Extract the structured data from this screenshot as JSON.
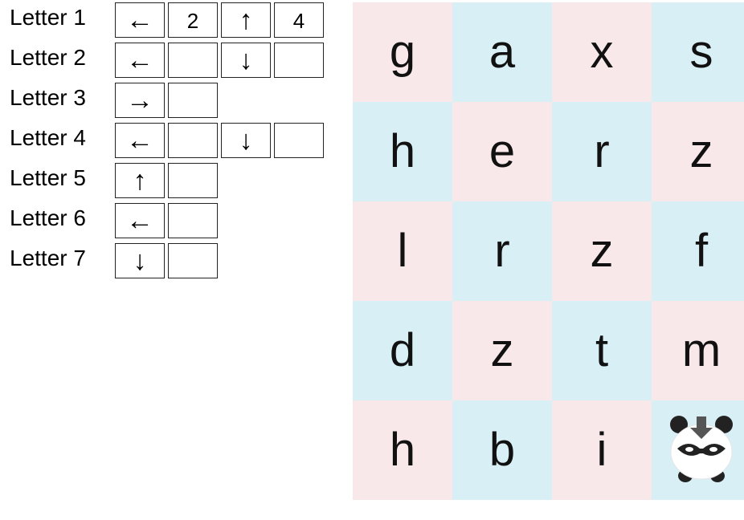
{
  "clues": [
    {
      "label": "Letter 1",
      "boxes": [
        "←",
        "2",
        "↑",
        "4"
      ]
    },
    {
      "label": "Letter 2",
      "boxes": [
        "←",
        "",
        "↓",
        ""
      ]
    },
    {
      "label": "Letter 3",
      "boxes": [
        "→",
        ""
      ]
    },
    {
      "label": "Letter 4",
      "boxes": [
        "←",
        "",
        "↓",
        ""
      ]
    },
    {
      "label": "Letter 5",
      "boxes": [
        "↑",
        ""
      ]
    },
    {
      "label": "Letter 6",
      "boxes": [
        "←",
        ""
      ]
    },
    {
      "label": "Letter 7",
      "boxes": [
        "↓",
        ""
      ]
    }
  ],
  "grid": {
    "rows": [
      [
        "g",
        "a",
        "x",
        "s"
      ],
      [
        "h",
        "e",
        "r",
        "z"
      ],
      [
        "l",
        "r",
        "z",
        "f"
      ],
      [
        "d",
        "z",
        "t",
        "m"
      ],
      [
        "h",
        "b",
        "i",
        ""
      ]
    ],
    "player": {
      "row": 4,
      "col": 3,
      "icon": "panda-icon",
      "facing": "down"
    },
    "colors": {
      "pink": "#f9e8e9",
      "blue": "#d8eff6"
    }
  }
}
